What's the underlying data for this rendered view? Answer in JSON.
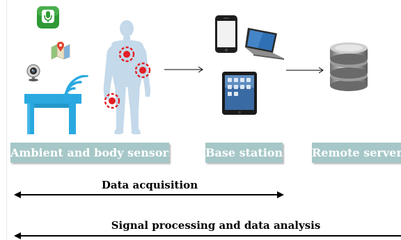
{
  "stages": [
    {
      "label": "Ambient and body sensors"
    },
    {
      "label": "Base station"
    },
    {
      "label": "Remote server"
    }
  ],
  "spans": [
    {
      "label": "Data acquisition"
    },
    {
      "label": "Signal processing and data analysis"
    }
  ],
  "colors": {
    "label_fill": "#a6c7c7",
    "table_blue": "#29a9e0",
    "body_silhouette": "#c4d9ea",
    "sensor_red": "#e21f26",
    "mic_green": "#2f9a35"
  },
  "icons": [
    "microphone-app-icon",
    "map-app-icon",
    "webcam-icon",
    "smart-table-icon",
    "wifi-icon",
    "human-body-icon",
    "body-sensor-icon",
    "smartphone-icon",
    "laptop-icon",
    "tablet-icon",
    "database-server-icon"
  ]
}
